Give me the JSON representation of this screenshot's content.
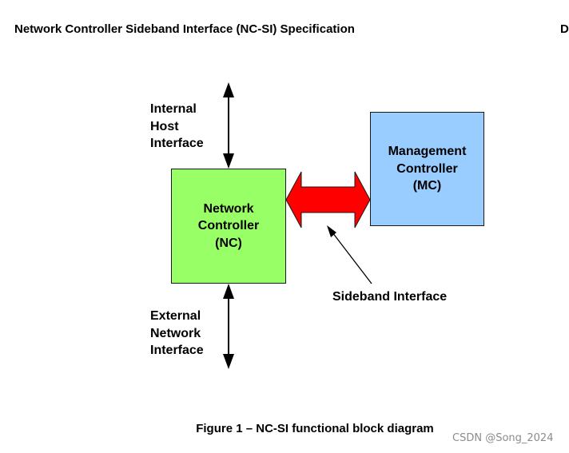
{
  "header": {
    "title": "Network Controller Sideband Interface (NC-SI) Specification",
    "right_fragment": "D"
  },
  "diagram": {
    "internal_host_interface": [
      "Internal",
      "Host",
      "Interface"
    ],
    "external_network_interface": [
      "External",
      "Network",
      "Interface"
    ],
    "network_controller": [
      "Network",
      "Controller",
      "(NC)"
    ],
    "management_controller": [
      "Management",
      "Controller",
      "(MC)"
    ],
    "sideband_interface": "Sideband Interface",
    "colors": {
      "network_controller_fill": "#99ff66",
      "management_controller_fill": "#99ccff",
      "sideband_arrow_fill": "#ff0000",
      "arrows": "#000000"
    }
  },
  "caption": "Figure 1 – NC-SI functional block diagram",
  "watermark": "CSDN @Song_2024"
}
